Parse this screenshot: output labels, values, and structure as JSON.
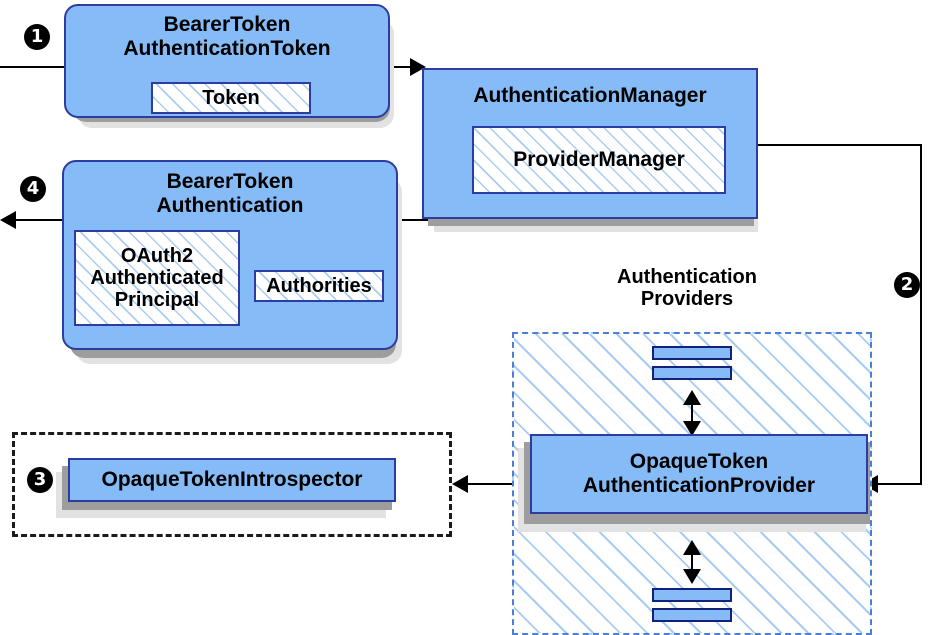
{
  "diagram": {
    "title": "Spring Security OAuth2 Opaque Token Authentication Flow",
    "colors": {
      "box_fill": "#85bbf7",
      "box_border": "#2d3c9e",
      "hatch_line": "#a8cdf5",
      "shadow": "#9d9d9d",
      "group_dashed_blue": "#4a7fd4",
      "group_dashed_black": "#1b1b1b",
      "line": "#000000"
    },
    "steps": [
      {
        "id": "step-1",
        "label": "❶",
        "number": "1"
      },
      {
        "id": "step-2",
        "label": "❷",
        "number": "2"
      },
      {
        "id": "step-3",
        "label": "❸",
        "number": "3"
      },
      {
        "id": "step-4",
        "label": "❹",
        "number": "4"
      }
    ],
    "nodes": {
      "bearer_token_authentication_token": {
        "title": "BearerToken\nAuthenticationToken",
        "inner": [
          {
            "label": "Token"
          }
        ]
      },
      "authentication_manager": {
        "title": "AuthenticationManager",
        "inner": [
          {
            "label": "ProviderManager"
          }
        ]
      },
      "bearer_token_authentication": {
        "title": "BearerToken\nAuthentication",
        "inner": [
          {
            "label": "OAuth2\nAuthenticated\nPrincipal"
          },
          {
            "label": "Authorities"
          }
        ]
      },
      "authentication_providers_group": {
        "label": "Authentication\nProviders"
      },
      "opaque_token_authentication_provider": {
        "title": "OpaqueToken\nAuthenticationProvider"
      },
      "opaque_token_introspector": {
        "title": "OpaqueTokenIntrospector"
      }
    }
  }
}
